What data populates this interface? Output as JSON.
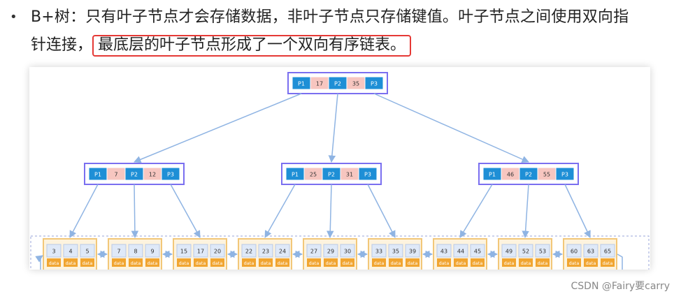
{
  "text": {
    "bullet": "•",
    "line1": "B+树：只有叶子节点才会存储数据，非叶子节点只存储键值。叶子节点之间使用双向指",
    "line2_prefix": "针连接，",
    "line2_boxed": "最底层的叶子节点形成了一个双向有序链表。"
  },
  "diagram": {
    "root": {
      "pointers": [
        "P1",
        "P2",
        "P3"
      ],
      "keys": [
        "17",
        "35"
      ]
    },
    "internal": [
      {
        "pointers": [
          "P1",
          "P2",
          "P3"
        ],
        "keys": [
          "7",
          "12"
        ]
      },
      {
        "pointers": [
          "P1",
          "P2",
          "P3"
        ],
        "keys": [
          "25",
          "31"
        ]
      },
      {
        "pointers": [
          "P1",
          "P2",
          "P3"
        ],
        "keys": [
          "46",
          "55"
        ]
      }
    ],
    "leaves": [
      {
        "keys": [
          "3",
          "4",
          "5"
        ]
      },
      {
        "keys": [
          "7",
          "8",
          "9"
        ]
      },
      {
        "keys": [
          "15",
          "17",
          "20"
        ]
      },
      {
        "keys": [
          "22",
          "23",
          "24"
        ]
      },
      {
        "keys": [
          "27",
          "29",
          "30"
        ]
      },
      {
        "keys": [
          "33",
          "35",
          "39"
        ]
      },
      {
        "keys": [
          "43",
          "44",
          "45"
        ]
      },
      {
        "keys": [
          "49",
          "52",
          "53"
        ]
      },
      {
        "keys": [
          "60",
          "63",
          "65"
        ]
      }
    ],
    "data_label": "data",
    "colors": {
      "pointer": "#1e8fd6",
      "key": "#f7c6c0",
      "node_border": "#7a6ff0",
      "edge": "#8fb4e3",
      "leaf_border": "#f2c779",
      "leaf_fill": "#fdf3de",
      "leaf_key": "#dfe9f8",
      "leaf_data": "#f1a530"
    }
  },
  "watermark": "CSDN @Fairy要carry"
}
